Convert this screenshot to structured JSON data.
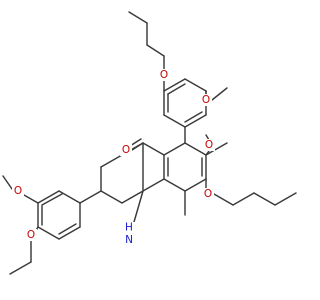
{
  "molecule": {
    "atoms": {
      "o_propoxy": {
        "text": "O"
      },
      "o_methoxy_top": {
        "text": "O"
      },
      "o_ketone": {
        "text": "O"
      },
      "o_ester_carbonyl": {
        "text": "O"
      },
      "o_ester": {
        "text": "O"
      },
      "o_methoxy_left_upper": {
        "text": "O"
      },
      "o_methoxy_left_lower": {
        "text": "O"
      },
      "nh": {
        "text": "H\nN"
      }
    },
    "colors": {
      "bond": "#3a3a3a",
      "oxygen": "#cc0000",
      "nitrogen": "#1a1ad0",
      "background": "#ffffff"
    }
  }
}
